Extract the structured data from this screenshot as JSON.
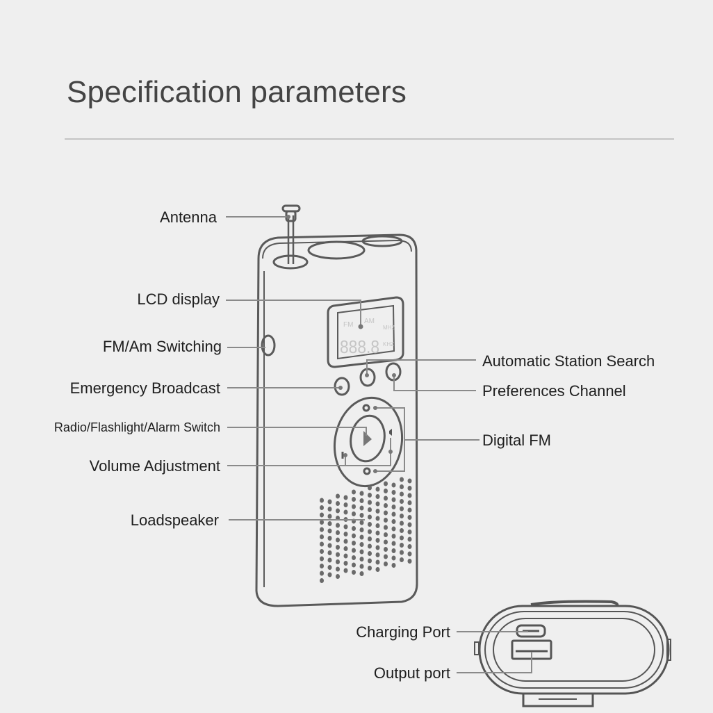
{
  "title": "Specification parameters",
  "labels": {
    "antenna": "Antenna",
    "lcd": "LCD display",
    "fm_am": "FM/Am Switching",
    "emergency": "Emergency Broadcast",
    "radio_switch": "Radio/Flashlight/Alarm Switch",
    "volume": "Volume Adjustment",
    "speaker": "Loadspeaker",
    "auto_search": "Automatic Station Search",
    "preferences": "Preferences Channel",
    "digital_fm": "Digital FM",
    "charging": "Charging Port",
    "output": "Output port"
  },
  "lcd": {
    "fm": "FM",
    "am": "AM",
    "digits": "888.8",
    "mhz": "MHZ",
    "khz": "KHZ"
  },
  "colors": {
    "background": "#efefef",
    "line": "#8a8a8a",
    "outline": "#555555"
  }
}
